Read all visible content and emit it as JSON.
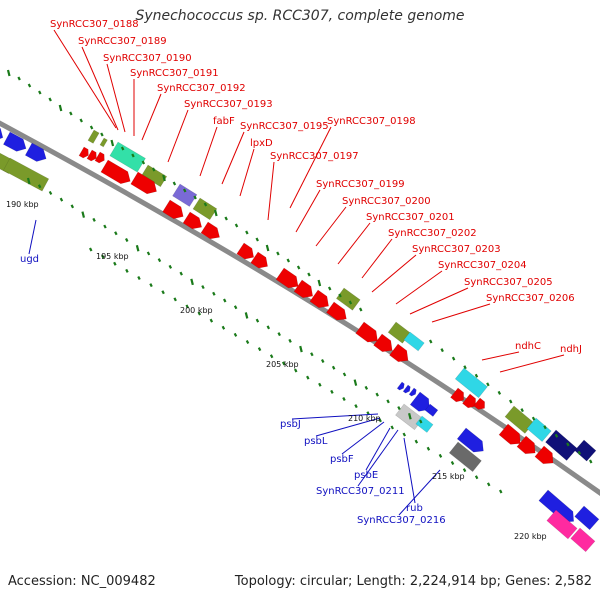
{
  "title": "Synechococcus sp. RCC307, complete genome",
  "accession": "Accession: NC_009482",
  "topology": "Topology: circular; Length: 2,224,914 bp; Genes: 2,582",
  "colors": {
    "backbone": "#8a8a8a",
    "forward_label": "#e00000",
    "reverse_label": "#1010c0",
    "tick": "#1a7a1a",
    "red": "#ee0000",
    "blue": "#1f1fe0",
    "olive": "#7a9a2a",
    "cyan": "#2fd7e6",
    "teal": "#33e0a8",
    "purple": "#7a6ad6",
    "navy": "#101078",
    "gray": "#6a6a6a",
    "lightgray": "#c8c8c8",
    "magenta": "#ff2aa0"
  },
  "kbp_labels": [
    "190 kbp",
    "195 kbp",
    "200 kbp",
    "205 kbp",
    "210 kbp",
    "215 kbp",
    "220 kbp"
  ],
  "forward_genes": [
    "SynRCC307_0188",
    "SynRCC307_0189",
    "SynRCC307_0190",
    "SynRCC307_0191",
    "SynRCC307_0192",
    "SynRCC307_0193",
    "fabF",
    "SynRCC307_0195",
    "SynRCC307_0198",
    "lpxD",
    "SynRCC307_0197",
    "SynRCC307_0199",
    "SynRCC307_0200",
    "SynRCC307_0201",
    "SynRCC307_0202",
    "SynRCC307_0203",
    "SynRCC307_0204",
    "SynRCC307_0205",
    "SynRCC307_0206",
    "ndhC",
    "ndhJ"
  ],
  "reverse_genes": [
    "ugd",
    "psbJ",
    "psbL",
    "psbF",
    "psbE",
    "SynRCC307_0211",
    "rub",
    "SynRCC307_0216"
  ]
}
